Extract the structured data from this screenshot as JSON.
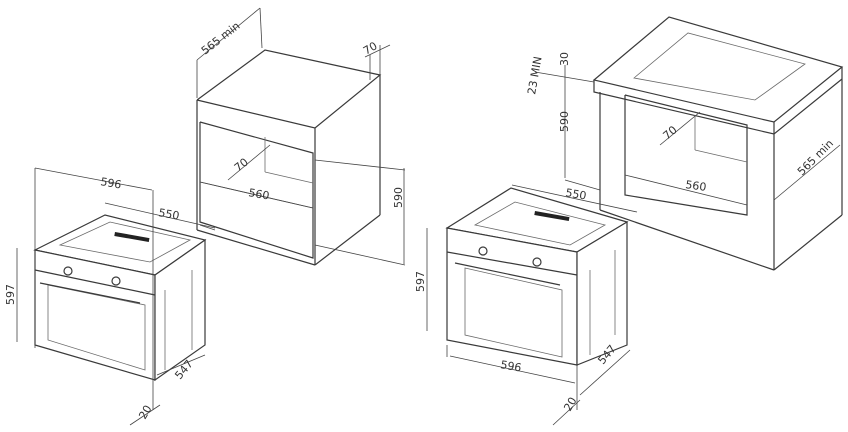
{
  "left_view": {
    "cabinet_depth": "565 min",
    "cabinet_rear_gap": "70",
    "opening_rear_gap": "70",
    "opening_width": "560",
    "opening_height": "590",
    "oven_width": "596",
    "oven_depth": "550",
    "oven_height": "597",
    "oven_body_depth": "547",
    "front_panel_depth": "20"
  },
  "right_view": {
    "top_gap": "23 MIN",
    "top_clearance": "30",
    "opening_height": "590",
    "opening_rear_gap": "70",
    "opening_width": "560",
    "cabinet_depth": "565 min",
    "oven_depth": "550",
    "oven_height": "597",
    "oven_width": "596",
    "oven_body_depth": "547",
    "front_panel_depth": "20"
  }
}
